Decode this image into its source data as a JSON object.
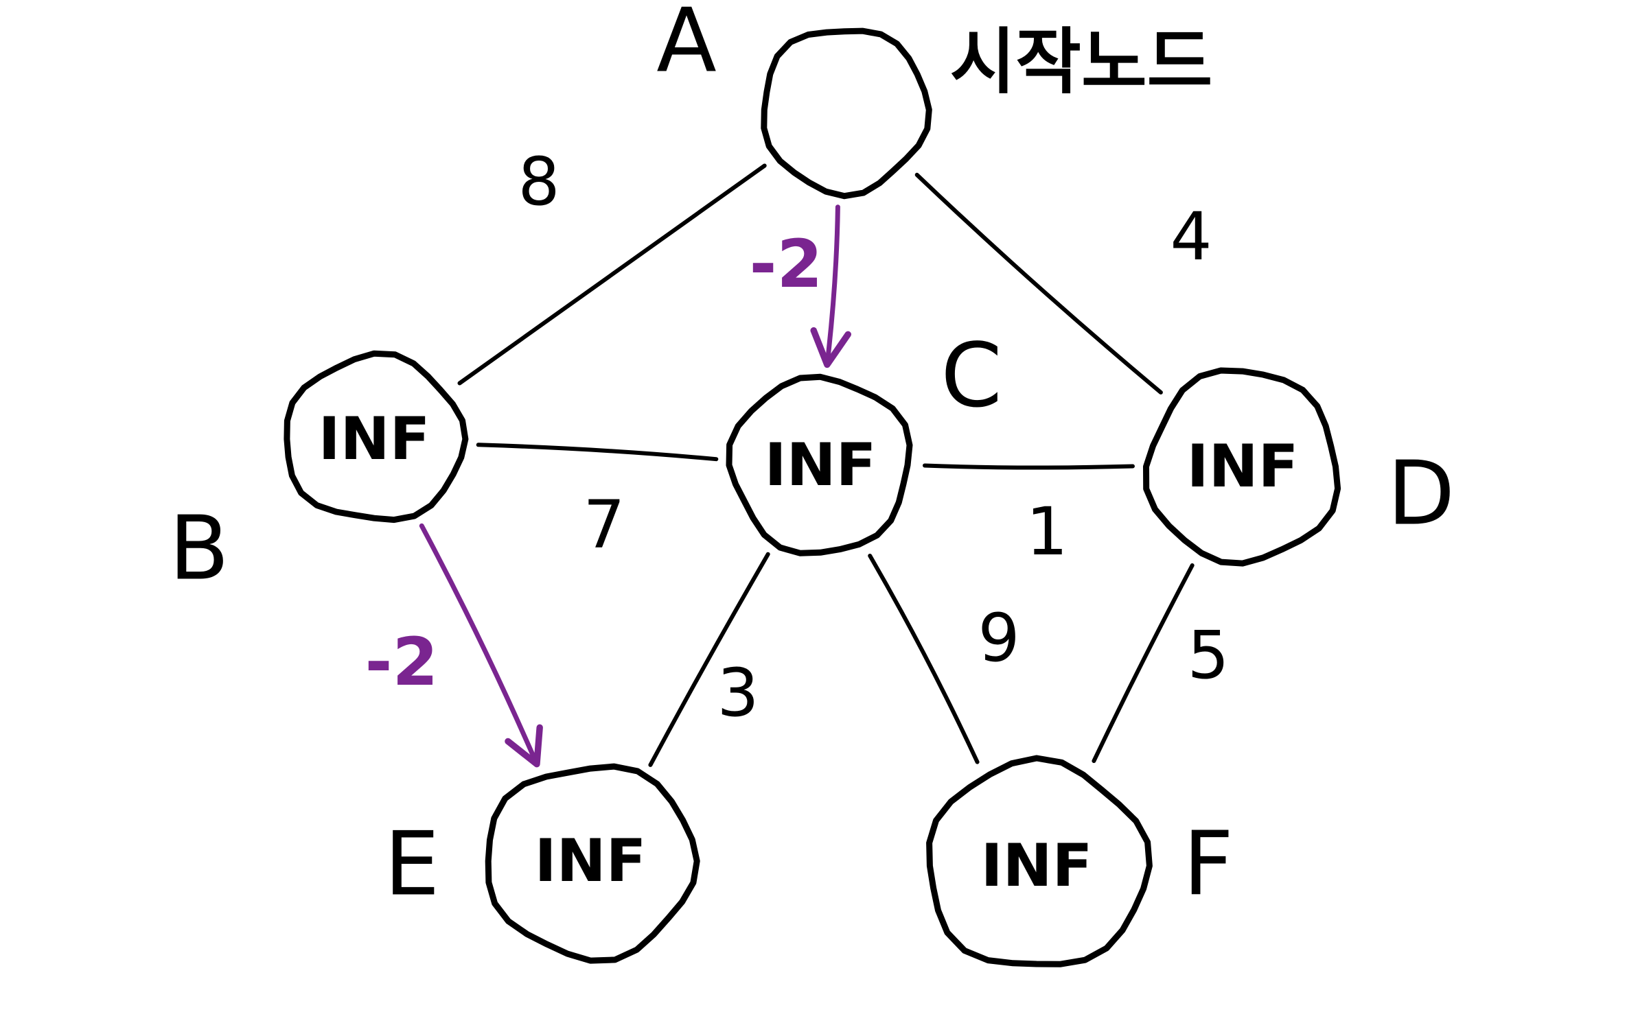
{
  "diagram": {
    "start_label": "시작노드",
    "colors": {
      "ink": "#000000",
      "highlight": "#7a2590",
      "background": "#ffffff"
    },
    "nodes": [
      {
        "id": "A",
        "letter": "A",
        "value": ""
      },
      {
        "id": "B",
        "letter": "B",
        "value": "INF"
      },
      {
        "id": "C",
        "letter": "C",
        "value": "INF"
      },
      {
        "id": "D",
        "letter": "D",
        "value": "INF"
      },
      {
        "id": "E",
        "letter": "E",
        "value": "INF"
      },
      {
        "id": "F",
        "letter": "F",
        "value": "INF"
      }
    ],
    "edges": [
      {
        "from": "A",
        "to": "B",
        "weight": "8",
        "directed": false
      },
      {
        "from": "A",
        "to": "C",
        "weight": "-2",
        "directed": true
      },
      {
        "from": "A",
        "to": "D",
        "weight": "4",
        "directed": false
      },
      {
        "from": "B",
        "to": "C",
        "weight": "7",
        "directed": false
      },
      {
        "from": "C",
        "to": "D",
        "weight": "1",
        "directed": false
      },
      {
        "from": "B",
        "to": "E",
        "weight": "-2",
        "directed": true
      },
      {
        "from": "C",
        "to": "E",
        "weight": "3",
        "directed": false
      },
      {
        "from": "C",
        "to": "F",
        "weight": "9",
        "directed": false
      },
      {
        "from": "D",
        "to": "F",
        "weight": "5",
        "directed": false
      }
    ]
  }
}
